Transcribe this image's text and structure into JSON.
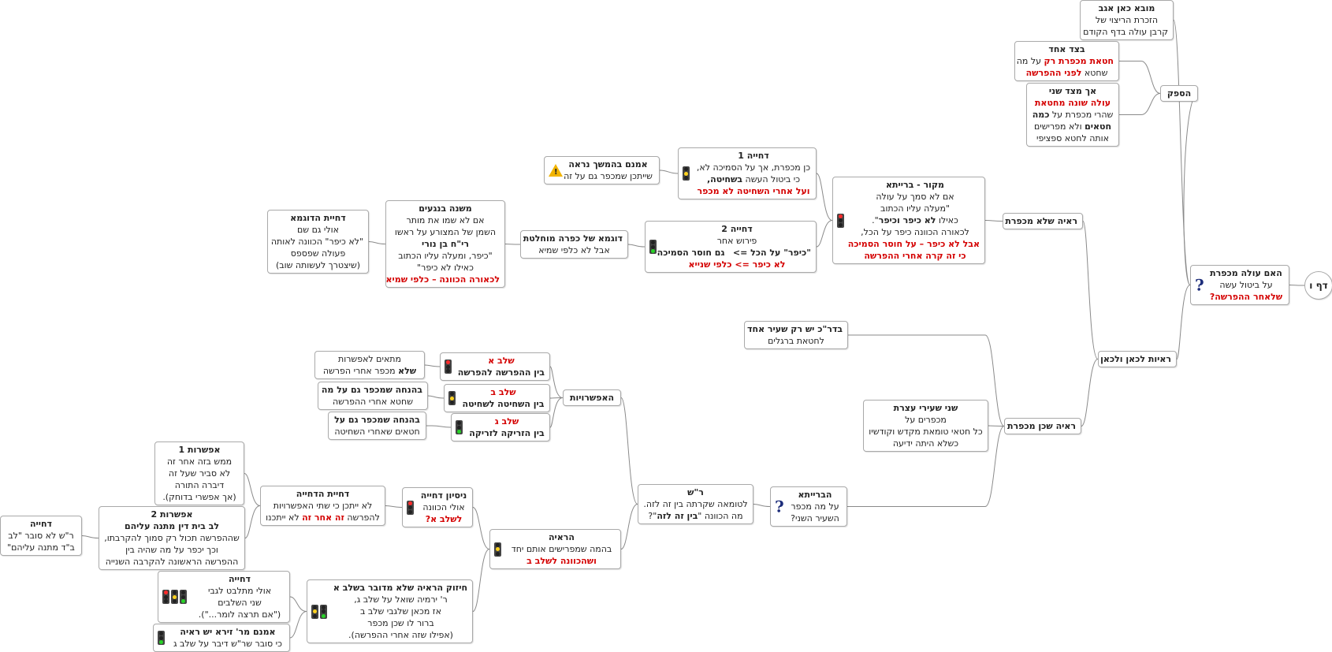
{
  "nodes": {
    "n0": {
      "lines": [
        {
          "t": "דף ו",
          "b": true
        }
      ],
      "icons": []
    },
    "n1": {
      "lines": [
        {
          "t": "האם עולה מכפרת",
          "b": true
        },
        {
          "t": "על ביטול עשה"
        },
        {
          "t": "שלאחר ההפרשה?",
          "r": true
        }
      ],
      "icons": [
        "question"
      ]
    },
    "n2": {
      "lines": [
        {
          "t": "מובא כאן אגב",
          "b": true
        },
        {
          "t": "הזכרת הריצוי של"
        },
        {
          "t": "קרבן עולה בדף הקודם"
        }
      ],
      "icons": []
    },
    "n3": {
      "lines": [
        {
          "t": "הספק",
          "b": true
        }
      ],
      "icons": []
    },
    "n4": {
      "lines": [
        {
          "t": "בצד אחד",
          "b": true
        },
        {
          "h": "<span class=\"red\">חטאת מכפרת רק</span> על מה"
        },
        {
          "h": "שחטא <span class=\"red\">לפני ההפרשה</span>"
        }
      ],
      "icons": []
    },
    "n5": {
      "lines": [
        {
          "t": "אך מצד שני",
          "b": true
        },
        {
          "t": "עולה שונה מחטאת",
          "r": true
        },
        {
          "h": "שהרי מכפרת על <b>כמה</b>"
        },
        {
          "h": "<b>חטאים</b> ולא מפרישים"
        },
        {
          "t": "אותה לחטא ספציפי"
        }
      ],
      "icons": []
    },
    "n6": {
      "lines": [
        {
          "t": "ראיות לכאן ולכאן",
          "b": true
        }
      ],
      "icons": []
    },
    "n7": {
      "lines": [
        {
          "t": "ראיה שלא מכפרת",
          "b": true
        }
      ],
      "icons": []
    },
    "n8": {
      "lines": [
        {
          "t": "מקור - ברייתא",
          "b": true
        },
        {
          "t": "אם לא סמך על עולה"
        },
        {
          "t": "\"מעלה עליו הכתוב"
        },
        {
          "h": "כאילו <b>לא כיפר וכיפר</b>\"."
        },
        {
          "t": "לכאורה הכוונה כיפר על הכל,"
        },
        {
          "t": "אבל לא כיפר – על חוסר הסמיכה",
          "r": true
        },
        {
          "t": "כי זה קרה אחרי ההפרשה",
          "r": true
        }
      ],
      "icons": [
        "tl-red"
      ]
    },
    "n9": {
      "lines": [
        {
          "t": "דחייה 1",
          "b": true
        },
        {
          "t": "כן מכפרת, אך על הסמיכה לא,"
        },
        {
          "h": "כי ביטול העשה <b>בשחיטה,</b>"
        },
        {
          "t": "ועל אחרי השחיטה לא מכפר",
          "r": true
        }
      ],
      "icons": [
        "tl-yellow"
      ]
    },
    "n10": {
      "lines": [
        {
          "t": "אמנם בהמשך נראה",
          "b": true
        },
        {
          "t": "שייתכן שמכפר גם על זה"
        }
      ],
      "icons": [
        "warn"
      ]
    },
    "n11": {
      "lines": [
        {
          "t": "דחייה 2",
          "b": true
        },
        {
          "t": "פירוש אחר"
        },
        {
          "h": "<b>\"כיפר\" על הכל =&gt;</b>&nbsp;&nbsp; <b>גם חוסר הסמיכה</b>"
        },
        {
          "t": "לא כיפר => כלפי שנייא",
          "r": true
        }
      ],
      "icons": [
        "tl-green"
      ]
    },
    "n12": {
      "lines": [
        {
          "t": "דוגמא של כפרה מוחלטת",
          "b": true
        },
        {
          "t": "אבל לא כלפי שמיא"
        }
      ],
      "icons": []
    },
    "n13": {
      "lines": [
        {
          "t": "משנה בנגעים",
          "b": true
        },
        {
          "t": "אם לא שמו את מותר"
        },
        {
          "t": "השמן של המצורע על ראשו"
        },
        {
          "t": "רי\"ח בן נורי",
          "b": true
        },
        {
          "t": "\"כיפר, ומעלה עליו הכתוב"
        },
        {
          "t": "כאילו לא כיפר\""
        },
        {
          "t": "לכאורה הכוונה – כלפי שמיא",
          "r": true
        }
      ],
      "icons": []
    },
    "n14": {
      "lines": [
        {
          "t": "דחיית הדוגמא",
          "b": true
        },
        {
          "t": "אולי גם שם"
        },
        {
          "t": "\"לא כיפר\" הכוונה לאותה"
        },
        {
          "t": "פעולה שפספס"
        },
        {
          "t": "(שיצטרך לעשותה שוב)"
        }
      ],
      "icons": []
    },
    "n15": {
      "lines": [
        {
          "t": "בדר\"כ יש רק שעיר אחד",
          "b": true
        },
        {
          "t": "לחטאת ברגלים"
        }
      ],
      "icons": []
    },
    "n16": {
      "lines": [
        {
          "t": "שני שעירי עצרת",
          "b": true
        },
        {
          "t": "מכפרים על"
        },
        {
          "t": "כל חטאי טומאת מקדש וקודשיו"
        },
        {
          "t": "כשלא היתה ידיעה"
        }
      ],
      "icons": []
    },
    "n17": {
      "lines": [
        {
          "t": "ראיה שכן מכפרת",
          "b": true
        }
      ],
      "icons": []
    },
    "n18": {
      "lines": [
        {
          "t": "הברייתא",
          "b": true
        },
        {
          "t": "על מה מכפר"
        },
        {
          "t": "השעיר השני?"
        }
      ],
      "icons": [
        "question"
      ]
    },
    "n19": {
      "lines": [
        {
          "t": "ר\"ש",
          "b": true
        },
        {
          "t": "לטומאה שקרתה בין זה לזה."
        },
        {
          "h": "מה הכוונה \"<b>בין זה לזה</b>\"?"
        }
      ],
      "icons": []
    },
    "n20": {
      "lines": [
        {
          "t": "האפשרויות",
          "b": true
        }
      ],
      "icons": []
    },
    "n21": {
      "lines": [
        {
          "t": "שלב א",
          "r": true
        },
        {
          "t": "בין ההפרשה להפרשה",
          "b": true
        }
      ],
      "icons": [
        "tl-red"
      ]
    },
    "n22": {
      "lines": [
        {
          "t": "מתאים לאפשרות"
        },
        {
          "h": "<b>שלא</b> מכפר אחרי הפרשה"
        }
      ],
      "icons": []
    },
    "n23": {
      "lines": [
        {
          "t": "שלב ב",
          "r": true
        },
        {
          "t": "בין השחיטה לשחיטה",
          "b": true
        }
      ],
      "icons": [
        "tl-yellow"
      ]
    },
    "n24": {
      "lines": [
        {
          "t": "בהנחה שמכפר גם על מה",
          "b": true
        },
        {
          "t": "שחטא אחרי ההפרשה"
        }
      ],
      "icons": []
    },
    "n25": {
      "lines": [
        {
          "t": "שלב ג",
          "r": true
        },
        {
          "t": "בין הזריקה לזריקה",
          "b": true
        }
      ],
      "icons": [
        "tl-green"
      ]
    },
    "n26": {
      "lines": [
        {
          "t": "בהנחה שמכפר גם על",
          "b": true
        },
        {
          "t": "חטאים שאחרי השחיטה"
        }
      ],
      "icons": []
    },
    "n27": {
      "lines": [
        {
          "t": "הראיה",
          "b": true
        },
        {
          "t": "בהמה שמפרישים אותם יחד"
        },
        {
          "t": "ושהכוונה לשלב ב",
          "r": true
        }
      ],
      "icons": [
        "tl-yellow"
      ]
    },
    "n28": {
      "lines": [
        {
          "t": "ניסיון דחייה",
          "b": true
        },
        {
          "t": "אולי הכוונה"
        },
        {
          "t": "לשלב א?",
          "r": true
        }
      ],
      "icons": [
        "tl-red"
      ]
    },
    "n29": {
      "lines": [
        {
          "t": "דחיית הדחייה",
          "b": true
        },
        {
          "t": "לא ייתכן כי שתי האפשרויות"
        },
        {
          "h": "להפרשה <span class=\"red\">זה אחר זה</span> לא ייתכנו"
        }
      ],
      "icons": []
    },
    "n30": {
      "lines": [
        {
          "t": "אפשרות 1",
          "b": true
        },
        {
          "t": "ממש בזה אחר זה"
        },
        {
          "t": "לא סביר שעל זה"
        },
        {
          "t": "דיברה התורה"
        },
        {
          "t": "(אך אפשרי בדוחק)."
        }
      ],
      "icons": []
    },
    "n31": {
      "lines": [
        {
          "t": "אפשרות 2",
          "b": true
        },
        {
          "t": "לב בית דין מתנה עליהם",
          "b": true
        },
        {
          "t": "שההפרשה תכול רק סמוך להקרבתו,"
        },
        {
          "t": "וכך יכפר על מה שהיה בין"
        },
        {
          "t": "ההפרשה הראשונה להקרבה השנייה"
        }
      ],
      "icons": []
    },
    "n32": {
      "lines": [
        {
          "t": "דחייה",
          "b": true
        },
        {
          "t": "ר\"ש לא סובר \"לב"
        },
        {
          "t": "ב\"ד מתנה עליהם\""
        }
      ],
      "icons": []
    },
    "n33": {
      "lines": [
        {
          "t": "חיזוק הראיה שלא מדובר בשלב א",
          "b": true
        },
        {
          "t": "ר' ירמיה שואל על שלב ג,"
        },
        {
          "t": "אז מכאן שלגבי שלב ב"
        },
        {
          "t": "ברור לו שכן מכפר"
        },
        {
          "t": "(אפילו שזה אחרי ההפרשה)."
        }
      ],
      "icons": [
        "tl-green",
        "tl-yellow"
      ]
    },
    "n34": {
      "lines": [
        {
          "t": "דחייה",
          "b": true
        },
        {
          "t": "אולי מתלבט לגבי"
        },
        {
          "t": "שני השלבים"
        },
        {
          "t": "(\"אם תרצה לומר...\")."
        }
      ],
      "icons": [
        "tl-green",
        "tl-yellow",
        "tl-red"
      ]
    },
    "n35": {
      "lines": [
        {
          "t": "אמנם מר' זירא יש ראיה",
          "b": true
        },
        {
          "t": "כי סובר שר\"ש דיבר על שלב ג"
        }
      ],
      "icons": [
        "tl-green"
      ]
    }
  }
}
